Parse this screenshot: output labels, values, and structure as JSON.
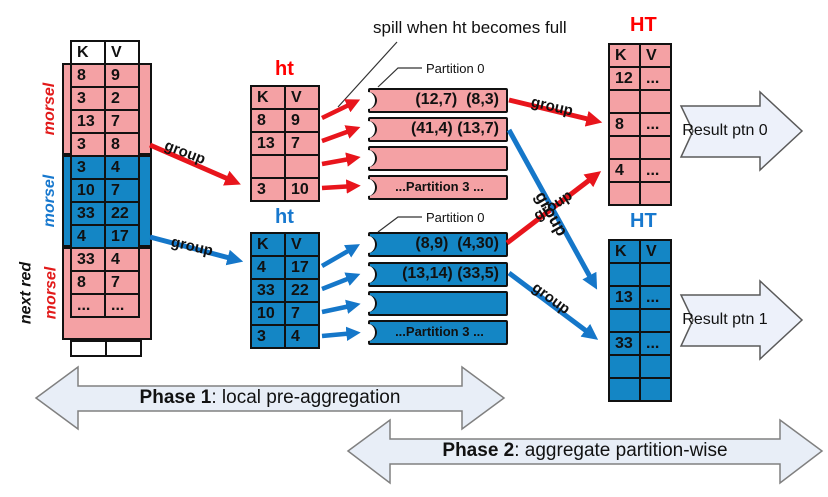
{
  "notes": {
    "spill": "spill when ht becomes full",
    "partition0": "Partition 0",
    "group": "group"
  },
  "input_table": {
    "headers": [
      "K",
      "V"
    ],
    "rows": [
      [
        "8",
        "9"
      ],
      [
        "3",
        "2"
      ],
      [
        "13",
        "7"
      ],
      [
        "3",
        "8"
      ],
      [
        "3",
        "4"
      ],
      [
        "10",
        "7"
      ],
      [
        "33",
        "22"
      ],
      [
        "4",
        "17"
      ],
      [
        "33",
        "4"
      ],
      [
        "8",
        "7"
      ],
      [
        "...",
        "..."
      ]
    ],
    "morsel_labels": {
      "first": "morsel",
      "second": "morsel",
      "third": "morsel",
      "third_prefix": "next red"
    }
  },
  "ht_red": {
    "title": "ht",
    "headers": [
      "K",
      "V"
    ],
    "rows": [
      [
        "8",
        "9"
      ],
      [
        "13",
        "7"
      ],
      [
        "",
        ""
      ],
      [
        "3",
        "10"
      ]
    ]
  },
  "ht_blue": {
    "title": "ht",
    "headers": [
      "K",
      "V"
    ],
    "rows": [
      [
        "4",
        "17"
      ],
      [
        "33",
        "22"
      ],
      [
        "10",
        "7"
      ],
      [
        "3",
        "4"
      ]
    ]
  },
  "partitions_red": {
    "bars": [
      "(12,7)  (8,3)",
      "(41,4) (13,7)",
      "",
      "...Partition 3 ..."
    ]
  },
  "partitions_blue": {
    "bars": [
      "(8,9)  (4,30)",
      "(13,14) (33,5)",
      "",
      "...Partition 3 ..."
    ]
  },
  "HT_red": {
    "title": "HT",
    "headers": [
      "K",
      "V"
    ],
    "rows": [
      [
        "12",
        "..."
      ],
      [
        "",
        ""
      ],
      [
        "8",
        "..."
      ],
      [
        "",
        ""
      ],
      [
        "4",
        "..."
      ],
      [
        "",
        ""
      ]
    ]
  },
  "HT_blue": {
    "title": "HT",
    "headers": [
      "K",
      "V"
    ],
    "rows": [
      [
        "",
        ""
      ],
      [
        "13",
        "..."
      ],
      [
        "",
        ""
      ],
      [
        "33",
        "..."
      ],
      [
        "",
        ""
      ],
      [
        "",
        ""
      ]
    ]
  },
  "results": {
    "ptn0": "Result ptn 0",
    "ptn1": "Result ptn 1"
  },
  "phases": {
    "phase1_bold": "Phase 1",
    "phase1_rest": ": local pre-aggregation",
    "phase2_bold": "Phase 2",
    "phase2_rest": ": aggregate partition-wise"
  },
  "colors": {
    "pink": "#F4A1A4",
    "blue": "#1486C5",
    "red_arrow": "#E8151C",
    "blue_arrow": "#1577C9",
    "red_text": "#FF0000",
    "blue_text": "#1778CE",
    "phase_fill": "#E8EEF7",
    "phase_stroke": "#808080",
    "result_fill": "#EDF1FA"
  }
}
